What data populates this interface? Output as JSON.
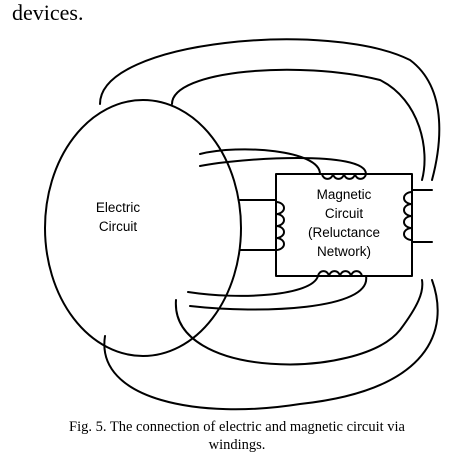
{
  "text_fragment": "devices.",
  "diagram": {
    "electric_label_lines": [
      "Electric",
      "Circuit"
    ],
    "magnetic_label_lines": [
      "Magnetic",
      "Circuit",
      "(Reluctance",
      "Network)"
    ],
    "line_color": "#000000",
    "background": "#ffffff"
  },
  "caption": {
    "line1": "Fig. 5.  The connection of electric and magnetic circuit via",
    "line2": "windings."
  }
}
